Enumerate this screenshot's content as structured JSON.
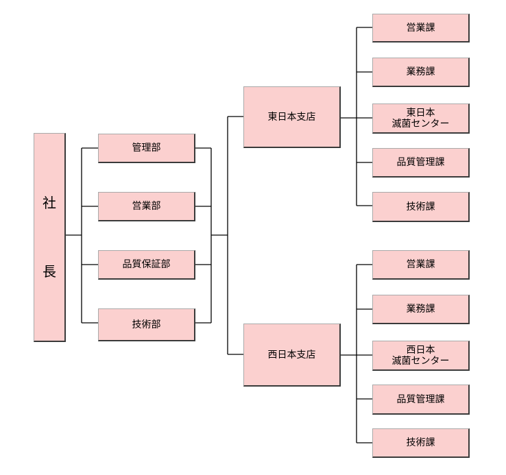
{
  "colors": {
    "box_fill": "#fbd0cf",
    "box_border": "#3a3a3a",
    "connector": "#000000"
  },
  "org_chart": {
    "president": {
      "char1": "社",
      "char2": "長"
    },
    "departments": [
      {
        "label": "管理部"
      },
      {
        "label": "営業部"
      },
      {
        "label": "品質保証部"
      },
      {
        "label": "技術部"
      }
    ],
    "branches": [
      {
        "label": "東日本支店",
        "sections": [
          {
            "line1": "営業課"
          },
          {
            "line1": "業務課"
          },
          {
            "line1": "東日本",
            "line2": "滅菌センター"
          },
          {
            "line1": "品質管理課"
          },
          {
            "line1": "技術課"
          }
        ]
      },
      {
        "label": "西日本支店",
        "sections": [
          {
            "line1": "営業課"
          },
          {
            "line1": "業務課"
          },
          {
            "line1": "西日本",
            "line2": "滅菌センター"
          },
          {
            "line1": "品質管理課"
          },
          {
            "line1": "技術課"
          }
        ]
      }
    ]
  }
}
